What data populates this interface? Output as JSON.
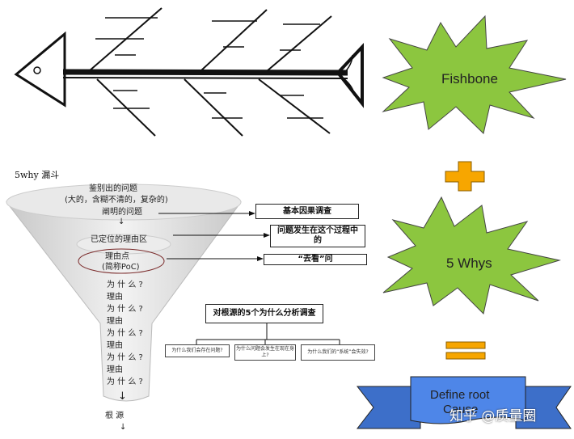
{
  "fishbone_label": "Fishbone",
  "whys_label": "5 Whys",
  "banner_label": "Define root",
  "banner_label_2": "Cause",
  "watermark": "知乎 @质量圈",
  "funnel_title": "5why 漏斗",
  "funnel": {
    "top_line1": "鉴别出的问题",
    "top_line2": "(大的，含糊不清的，复杂的)",
    "top_line3": "阐明的问题",
    "arrow_small": "↓",
    "mid_label": "已定位的理由区",
    "poc_line1": "理由点",
    "poc_line2": "(简称PoC)",
    "whys": [
      "为 什 么 ?",
      "理由",
      "为 什 么 ?",
      "理由",
      "为 什 么 ?",
      "理由",
      "为 什 么 ?",
      "理由",
      "为 什 么 ?"
    ],
    "bottom_arrow": "↓",
    "root": "根    源",
    "root_arrow": "↓"
  },
  "right_boxes": {
    "box1": "基本因果调查",
    "box2": "问题发生在这个过程中的",
    "box3": "“去看”问"
  },
  "five_why_box": "对根源的5个为什么分析调查",
  "small_boxes": [
    "为什么我们会存在问题?",
    "为什么问题会发生在现在身上?",
    "为什么我们的“系统”会失效?"
  ],
  "colors": {
    "star_green": "#8cc63f",
    "plus_orange": "#f7a600",
    "banner_blue": "#4e86e8",
    "funnel_gray": "#d9d9d9"
  }
}
